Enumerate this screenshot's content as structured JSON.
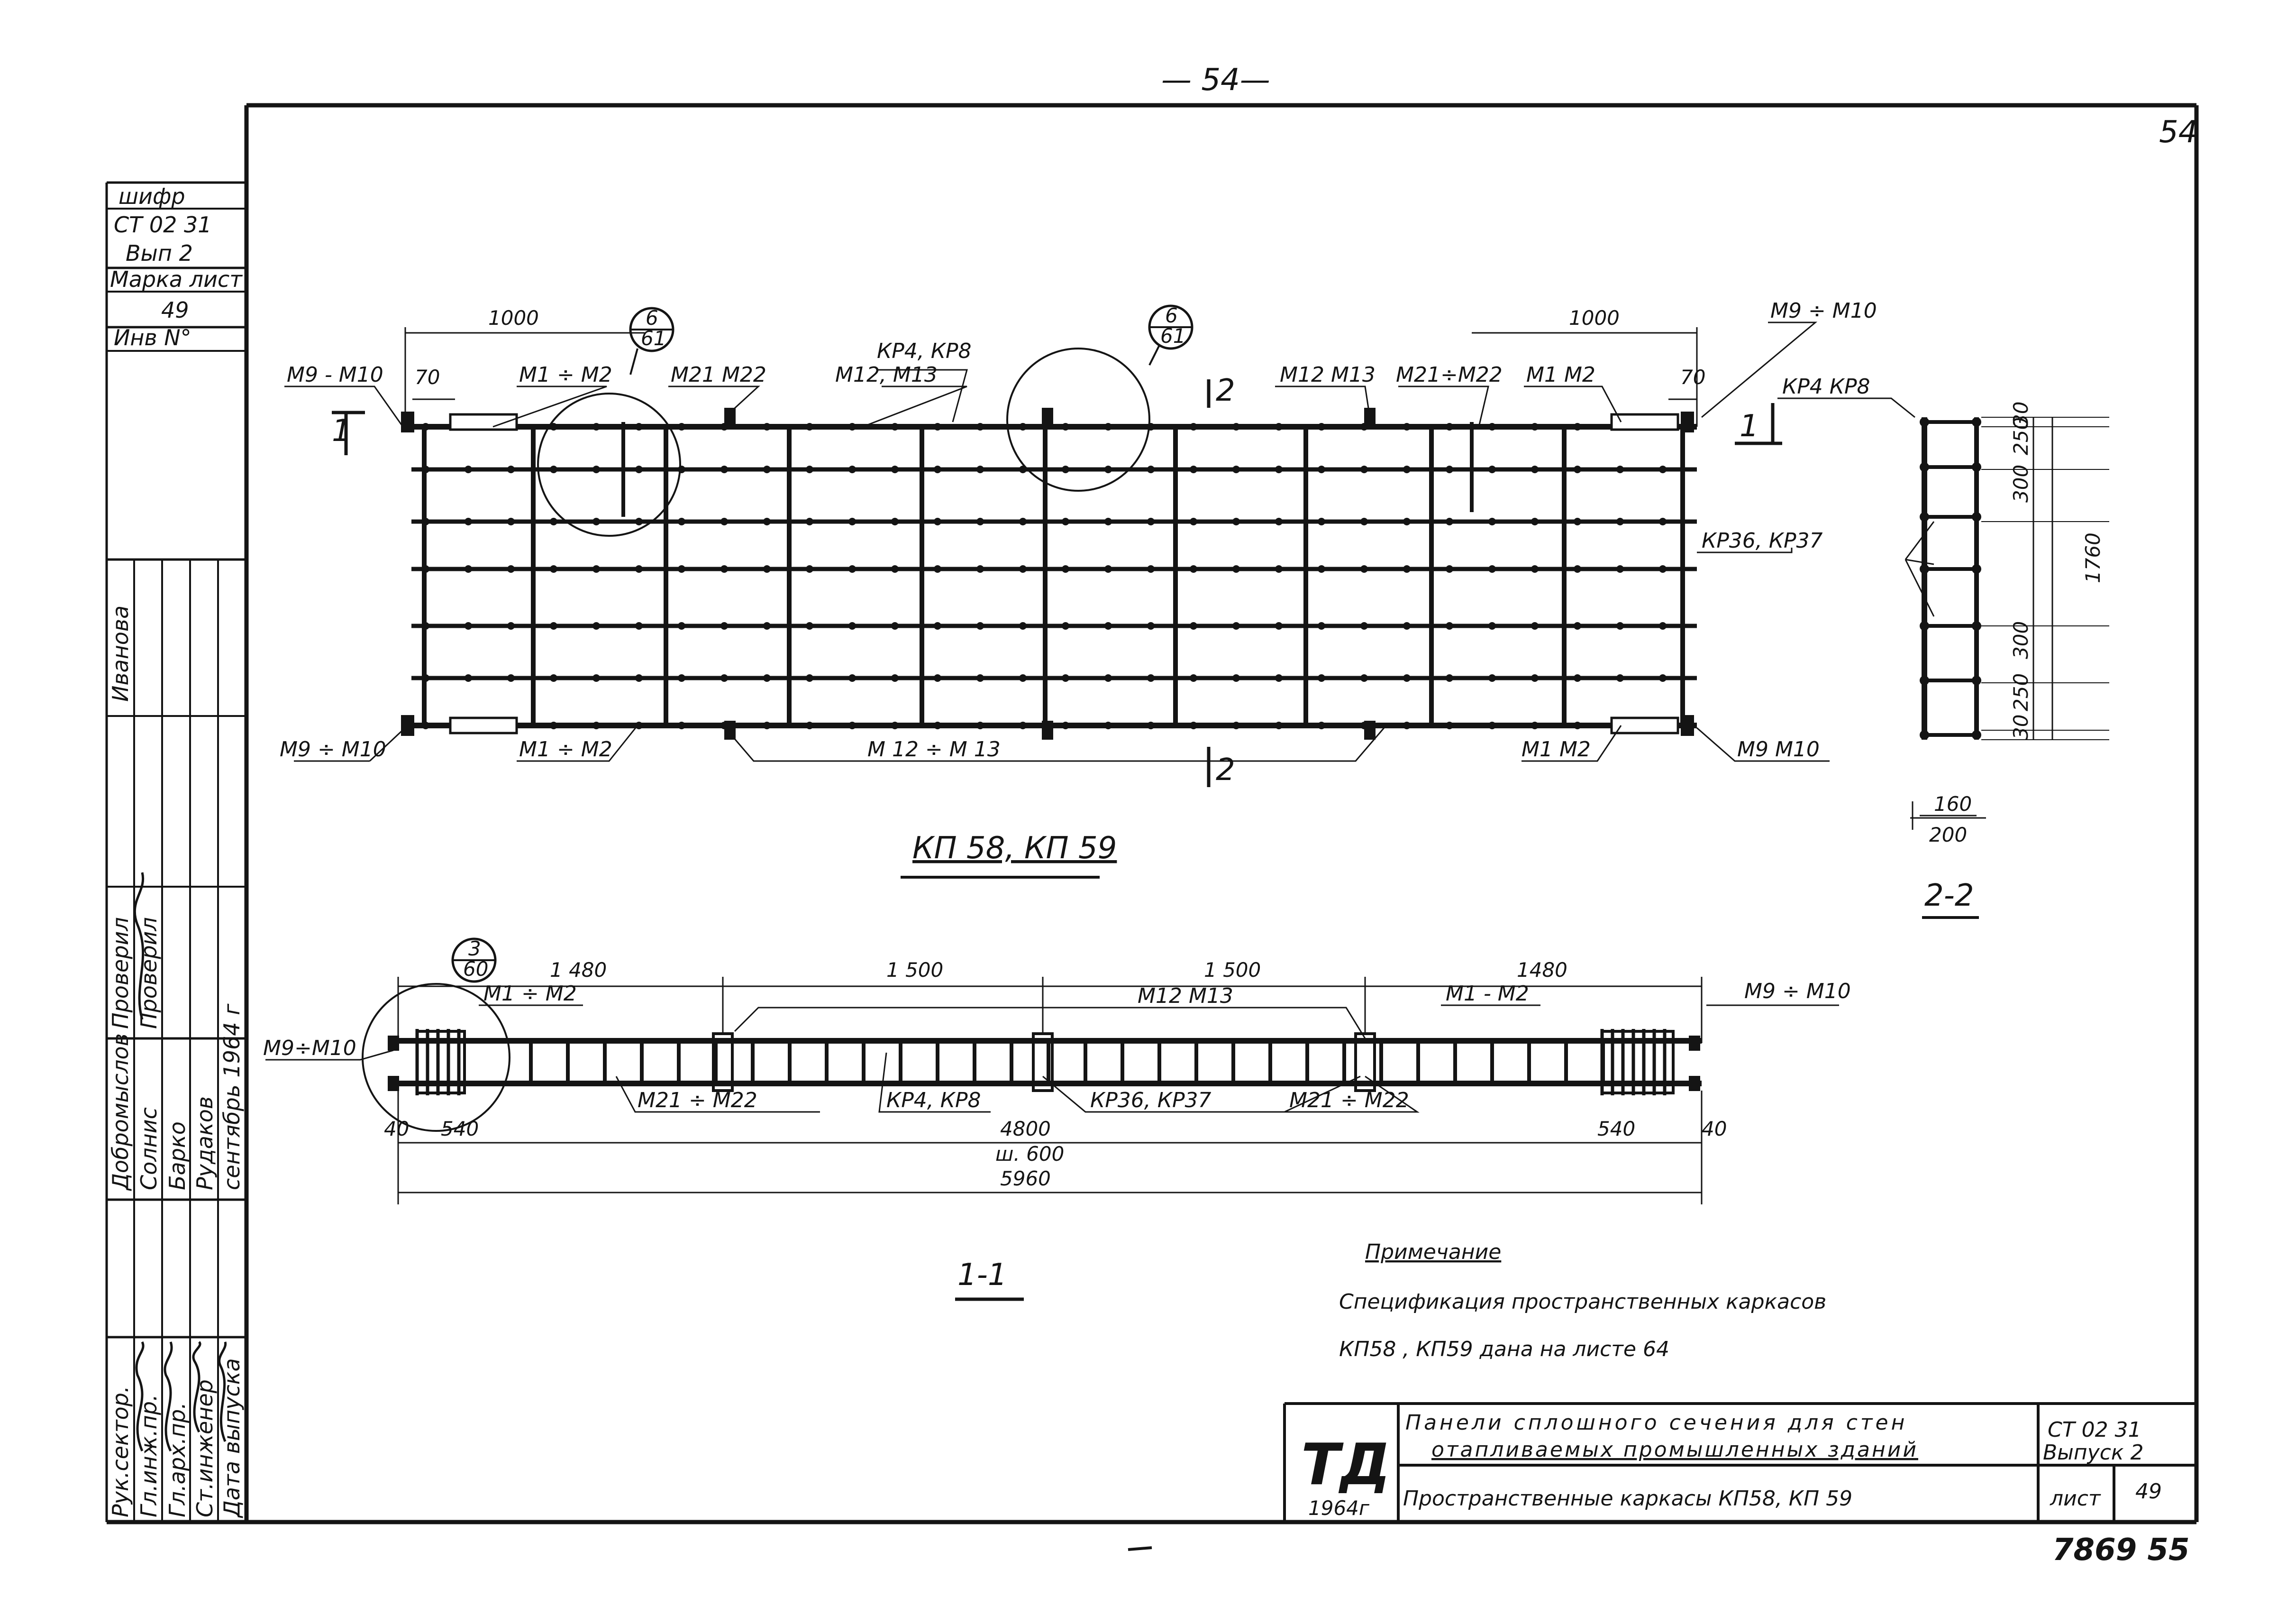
{
  "page": {
    "top_number": "— 54—",
    "corner_number": "54",
    "archive_number": "7869 55"
  },
  "side_stamp": {
    "cipher_label": "шифр",
    "cipher_value_1": "СТ 02 31",
    "cipher_value_2": "Вып 2",
    "mark_sheet_label": "Марка лист",
    "mark_sheet_value": "49",
    "inv_label": "Инв N°",
    "people": [
      "Иванова",
      "Проверил",
      "Проверил",
      "Добромыслов",
      "Солнис",
      "Барко",
      "Рудаков",
      "сентябрь 1964 г"
    ],
    "roles": [
      "Рук.сектор.",
      "Гл.инж.пр.",
      "Гл.арх.пр.",
      "Ст.инженер",
      "Дата выпуска"
    ]
  },
  "plan_view": {
    "title": "КП 58, КП 59",
    "dims": {
      "left_1000": "1000",
      "right_1000": "1000",
      "left_70": "70",
      "right_70": "70"
    },
    "callouts": {
      "m9_m10_tl": "М9 - М10",
      "m1_m2_tl": "М1 ÷ М2",
      "m21_m22_t": "М21 М22",
      "kp4_kp8_t": "КР4, КР8",
      "m12_m13_t": "М12, М13",
      "m12_m13_tr": "М12  М13",
      "m21_m22_tr": "М21÷М22",
      "m1_m2_tr": "М1  М2",
      "m9_m10_tr": "М9 ÷ М10",
      "kp36_kp37": "КР36, КР37",
      "m9_m10_bl": "М9 ÷ М10",
      "m1_m2_bl": "М1 ÷ М2",
      "m12_m13_b": "М 12 ÷ М 13",
      "m1_m2_br": "М1  М2",
      "m9_m10_br": "М9  М10"
    },
    "detail_refs": [
      {
        "top": "6",
        "bottom": "61"
      },
      {
        "top": "6",
        "bottom": "61"
      }
    ],
    "section_marks": {
      "s1_left": "1",
      "s1_right": "1",
      "s2_top": "2",
      "s2_bottom": "2"
    }
  },
  "section_2_2": {
    "title": "2-2",
    "callout": "КР4  КР8",
    "dims_right": [
      "30",
      "250",
      "300",
      "300",
      "250",
      "30"
    ],
    "total": "1760",
    "width_inner": "160",
    "width_outer": "200"
  },
  "section_1_1": {
    "title": "1-1",
    "detail_ref": {
      "top": "3",
      "bottom": "60"
    },
    "dims_top": [
      "1 480",
      "1 500",
      "1 500",
      "1480"
    ],
    "dims_bottom": [
      "40",
      "540",
      "540",
      "40"
    ],
    "mid_4800": "4800",
    "mid_600": "ш. 600",
    "total": "5960",
    "callouts": {
      "m9_m10_l": "М9÷М10",
      "m1_m2_l": "М1 ÷ М2",
      "m12_m13": "М12  М13",
      "m1_m2_r": "М1 - М2",
      "m9_m10_r": "М9 ÷ М10",
      "m21_m22_l": "М21 ÷ М22",
      "kp4_kp8": "КР4, КР8",
      "kp36_kp37": "КР36, КР37",
      "m21_m22_r": "М21 ÷ М22"
    }
  },
  "note": {
    "title": "Примечание",
    "line1": "Спецификация пространственных каркасов",
    "line2": "КП58 , КП59 дана на листе 64"
  },
  "title_block": {
    "logo": "ТД",
    "year": "1964г",
    "title_line1": "Панели сплошного сечения для стен",
    "title_line2": "отапливаемых промышленных зданий",
    "subtitle": "Пространственные каркасы КП58, КП 59",
    "code_line1": "СТ 02 31",
    "code_line2": "Выпуск 2",
    "sheet_label": "лист",
    "sheet_value": "49"
  }
}
